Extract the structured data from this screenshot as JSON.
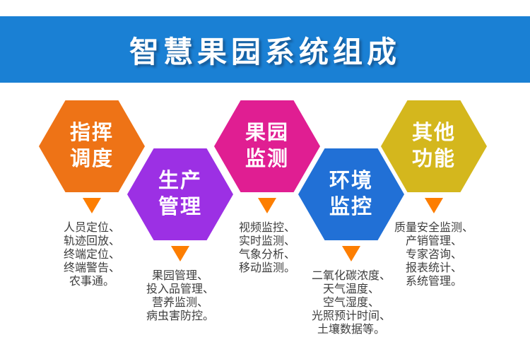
{
  "header": {
    "title": "智慧果园系统组成",
    "bg_color": "#1a80d4",
    "text_color": "#ffffff"
  },
  "arrow_color": "#fd7e01",
  "list_text_color": "#3e3e3e",
  "columns": [
    {
      "name": "指挥调度",
      "label_lines": [
        "指挥",
        "调度"
      ],
      "color": "#ee7316",
      "items": [
        "人员定位、",
        "轨迹回放、",
        "终端定位、",
        "终端警告、",
        "农事通。"
      ]
    },
    {
      "name": "生产管理",
      "label_lines": [
        "生产",
        "管理"
      ],
      "color": "#9c30e4",
      "items": [
        "果园管理、",
        "投入品管理、",
        "营养监测、",
        "病虫害防控。"
      ]
    },
    {
      "name": "果园监测",
      "label_lines": [
        "果园",
        "监测"
      ],
      "color": "#e01e92",
      "items": [
        "视频监控、",
        "实时监测、",
        "气象分析、",
        "移动监测。"
      ]
    },
    {
      "name": "环境监控",
      "label_lines": [
        "环境",
        "监控"
      ],
      "color": "#2170d6",
      "items": [
        "二氧化碳浓度、",
        "天气温度、",
        "空气湿度、",
        "光照预计时间、",
        "土壤数据等。"
      ]
    },
    {
      "name": "其他功能",
      "label_lines": [
        "其他",
        "功能"
      ],
      "color": "#d4b71d",
      "items": [
        "质量安全监测、",
        "产销管理、",
        "专家咨询、",
        "报表统计、",
        "系统管理。"
      ]
    }
  ]
}
